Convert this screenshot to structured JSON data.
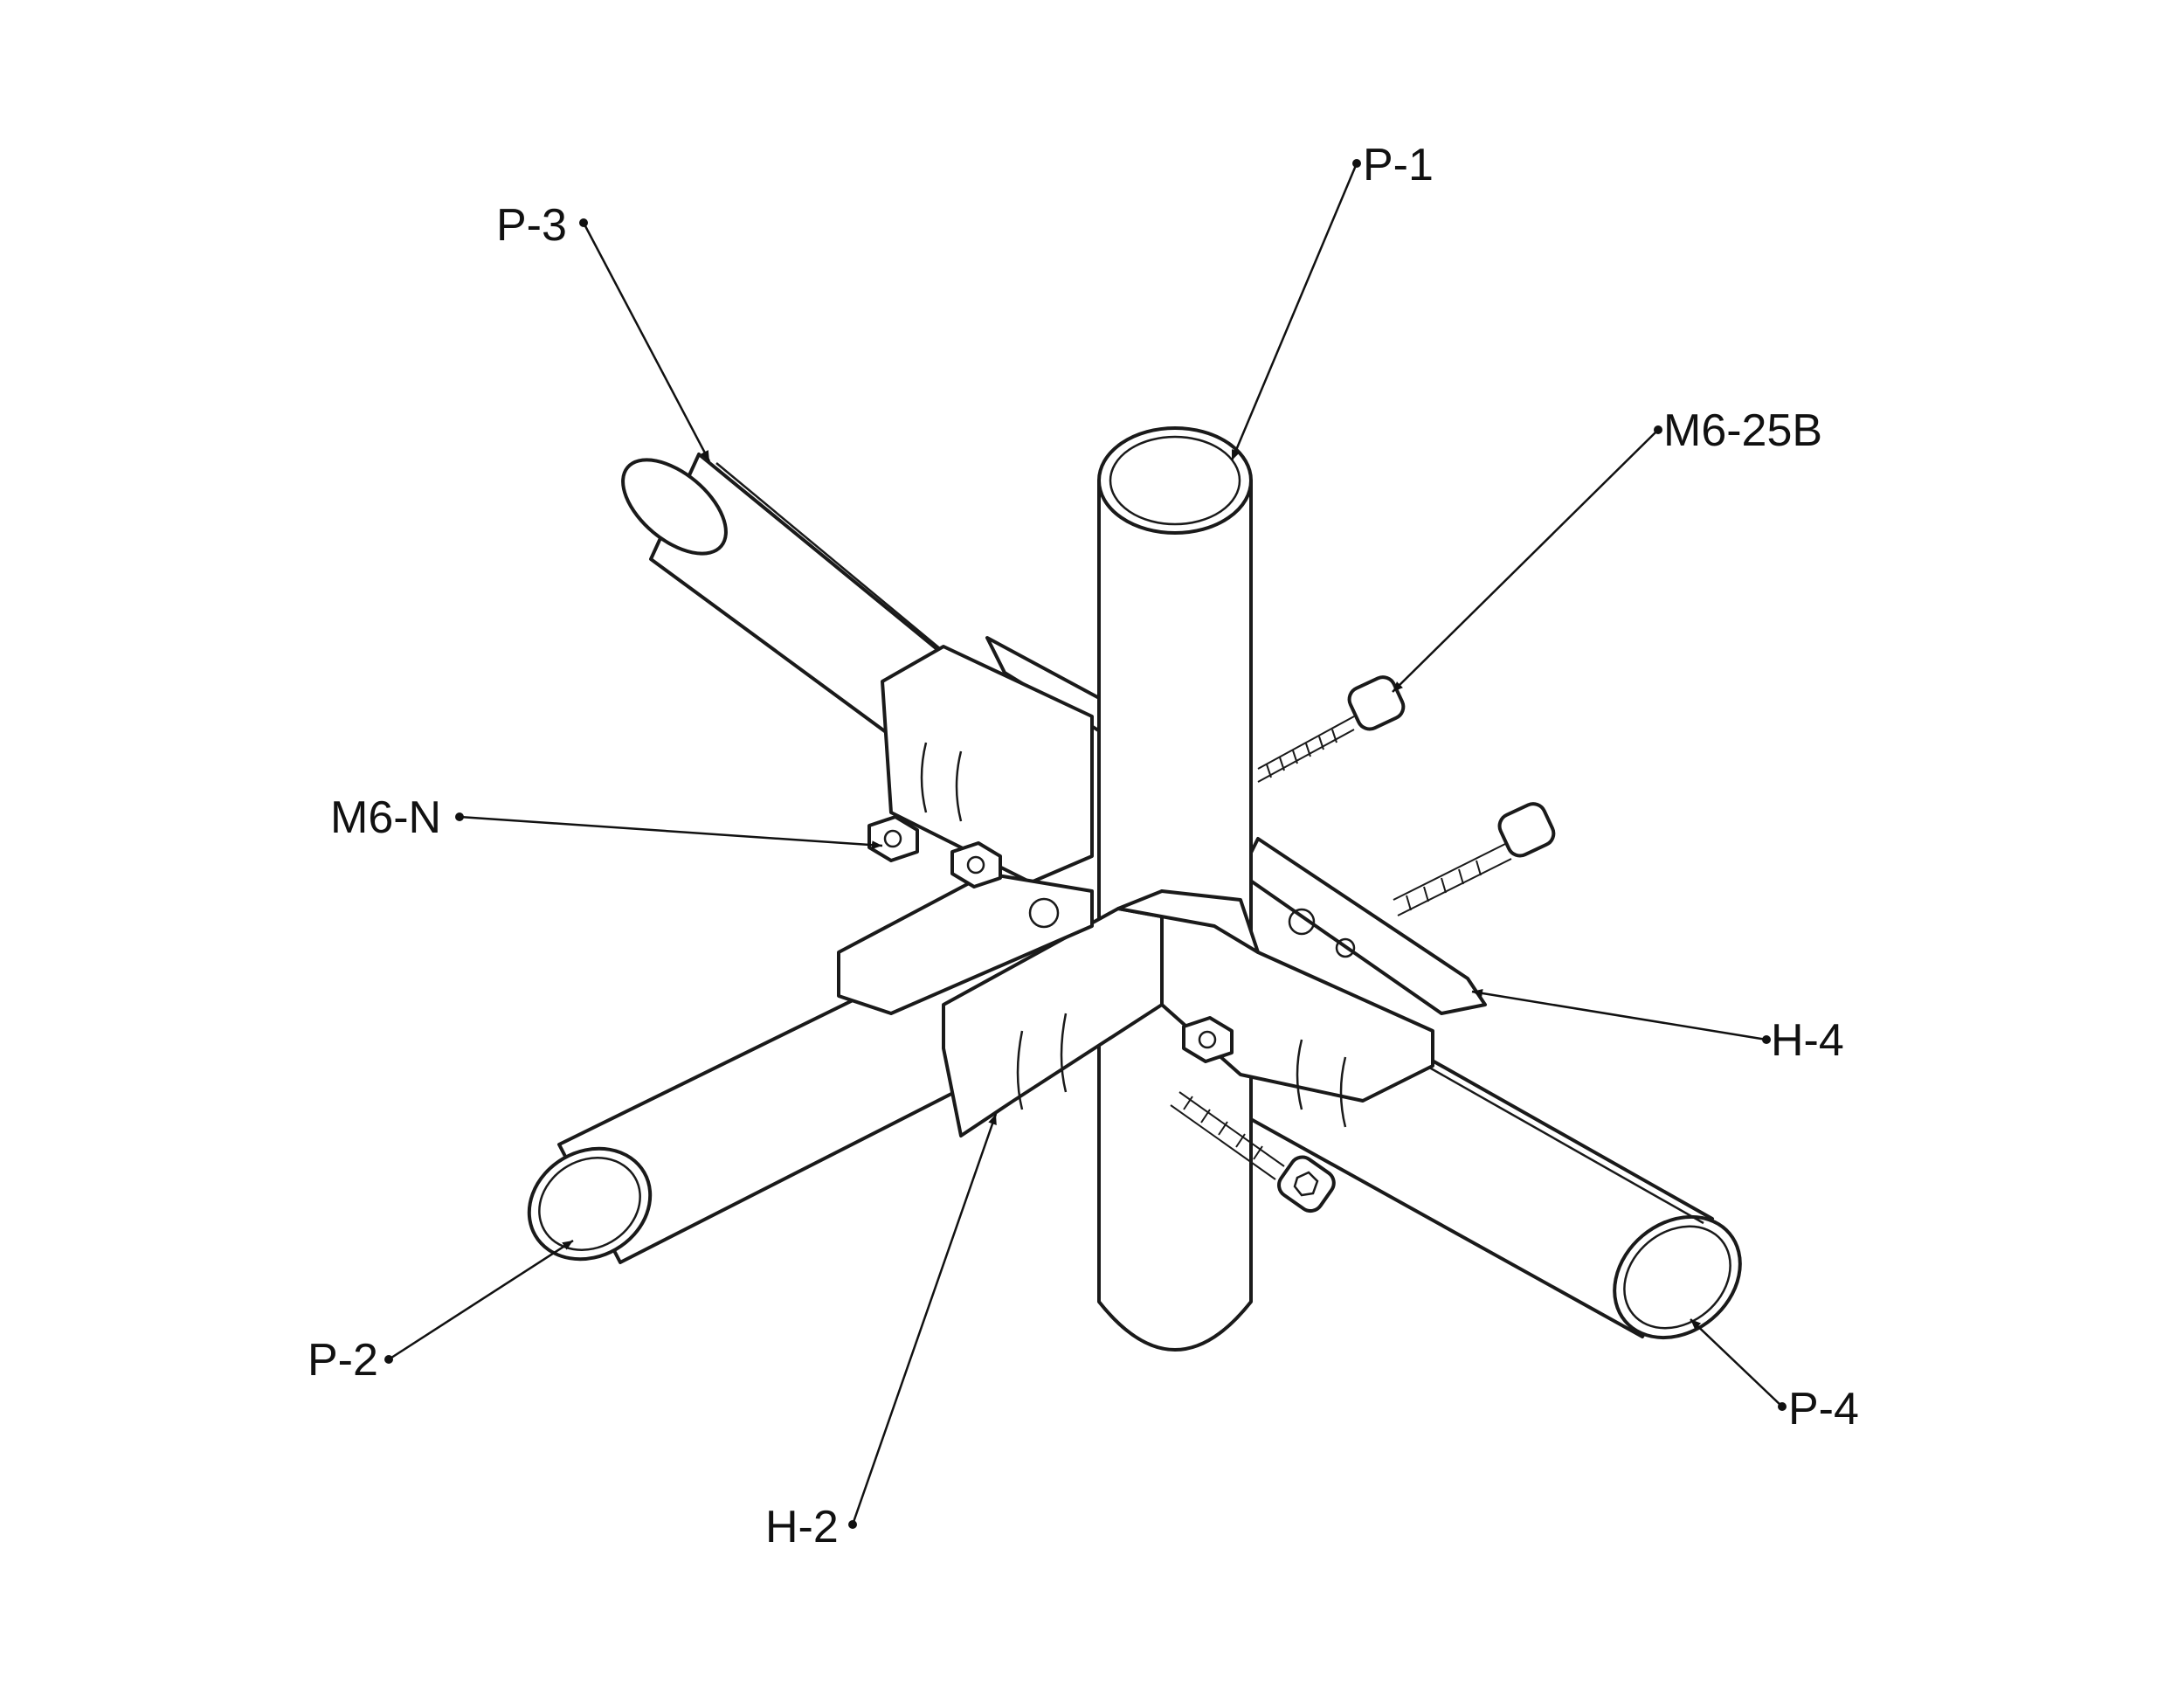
{
  "diagram": {
    "colors": {
      "line": "#1a1a1a",
      "background": "#ffffff",
      "text": "#111111"
    },
    "labels": [
      {
        "id": "p1",
        "text": "P-1"
      },
      {
        "id": "p2",
        "text": "P-2"
      },
      {
        "id": "p3",
        "text": "P-3"
      },
      {
        "id": "p4",
        "text": "P-4"
      },
      {
        "id": "h2",
        "text": "H-2"
      },
      {
        "id": "h4",
        "text": "H-4"
      },
      {
        "id": "m6n",
        "text": "M6-N"
      },
      {
        "id": "m625b",
        "text": "M6-25B"
      }
    ]
  }
}
